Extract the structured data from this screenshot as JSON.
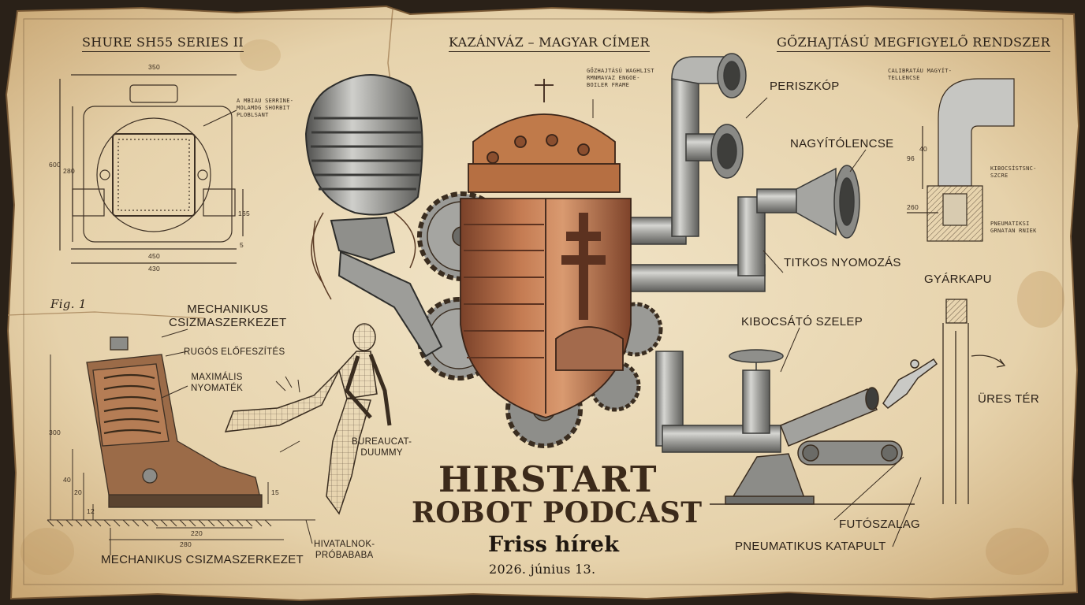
{
  "headings": {
    "top_left": "SHURE SH55 SERIES II",
    "top_center": "KAZÁNVÁZ – MAGYAR CÍMER",
    "top_right": "GŐZHAJTÁSÚ MEGFIGYELŐ RENDSZER"
  },
  "title": {
    "line1": "HIRSTART",
    "line2": "ROBOT PODCAST",
    "subtitle": "Friss hírek",
    "date": "2026. június 13."
  },
  "figure_label": "Fig. 1",
  "labels": {
    "periscope": "PERISZKÓP",
    "magnifier": "NAGYÍTÓLENCSE",
    "secret": "TITKOS NYOMOZÁS",
    "valve": "KIBOCSÁTÓ SZELEP",
    "factory_gate": "GYÁRKAPU",
    "empty_space": "ÜRES TÉR",
    "conveyor": "FUTÓSZALAG",
    "catapult": "PNEUMATIKUS KATAPULT",
    "boot_top": "MECHANIKUS\nCSIZMASZERKEZET",
    "spring": "RUGÓS ELŐFESZÍTÉS",
    "torque": "MAXIMÁLIS\nNYOMATÉK",
    "dummy": "BUREAUCAT-\nDUUMMY",
    "clerk_dummy": "HIVATALNOK-\nPRÓBABABA",
    "boot_bottom": "MECHANIKUS CSIZMASZERKEZET"
  },
  "annotations": {
    "mic_note": "A MBIAU SERRINE-\nMOLAMDG SHORBIT\nPLOBLSANT",
    "frame_note": "GŐZHAJTÁSÚ WAGHLIST\nRMNMAVAZ ENGOE-\nBOILER FRAME",
    "lens_note": "CALIBRATÁU MAGYÍT-\nTELLENCSE",
    "kibocs_note": "KIBOCSÍSTSNC-\nSZCRE",
    "pneu_note": "PNEUMATIKSI\nGRNATAN RNIEK"
  },
  "dimensions": {
    "mic_width_top": "350",
    "mic_height": "600",
    "mic_inner_height": "280",
    "mic_side": "165",
    "mic_side2": "5",
    "mic_width_mid": "450",
    "mic_width_bot": "430",
    "boot_w1": "220",
    "boot_w2": "280",
    "boot_h1": "40",
    "boot_h2": "20",
    "boot_h3": "12",
    "boot_h4": "15",
    "boot_side": "300",
    "pipe_h1": "96",
    "pipe_h2": "40",
    "pipe_w": "260"
  },
  "colors": {
    "parchment": "#ead9b8",
    "ink": "#2b2118",
    "copper": "#b06a45",
    "metal": "#a9a9a6"
  }
}
